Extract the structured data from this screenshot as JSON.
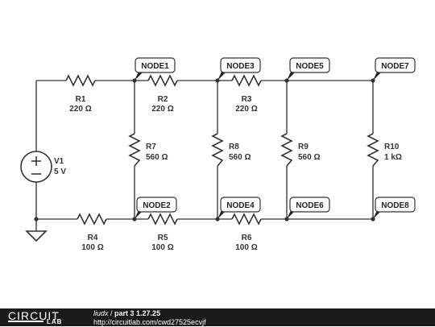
{
  "components": {
    "R1": {
      "name": "R1",
      "value": "220 Ω"
    },
    "R2": {
      "name": "R2",
      "value": "220 Ω"
    },
    "R3": {
      "name": "R3",
      "value": "220 Ω"
    },
    "R4": {
      "name": "R4",
      "value": "100 Ω"
    },
    "R5": {
      "name": "R5",
      "value": "100 Ω"
    },
    "R6": {
      "name": "R6",
      "value": "100 Ω"
    },
    "R7": {
      "name": "R7",
      "value": "560 Ω"
    },
    "R8": {
      "name": "R8",
      "value": "560 Ω"
    },
    "R9": {
      "name": "R9",
      "value": "560 Ω"
    },
    "R10": {
      "name": "R10",
      "value": "1 kΩ"
    },
    "V1": {
      "name": "V1",
      "value": "5 V"
    }
  },
  "nodes": {
    "n1": "NODE1",
    "n2": "NODE2",
    "n3": "NODE3",
    "n4": "NODE4",
    "n5": "NODE5",
    "n6": "NODE6",
    "n7": "NODE7",
    "n8": "NODE8"
  },
  "footer": {
    "logo_top": "CIRCUIT",
    "logo_bottom": "LAB",
    "author": "liudx",
    "separator": " / ",
    "title": "part 3 1.27.25",
    "url": "http://circuitlab.com/cwd27525ecvjf"
  }
}
